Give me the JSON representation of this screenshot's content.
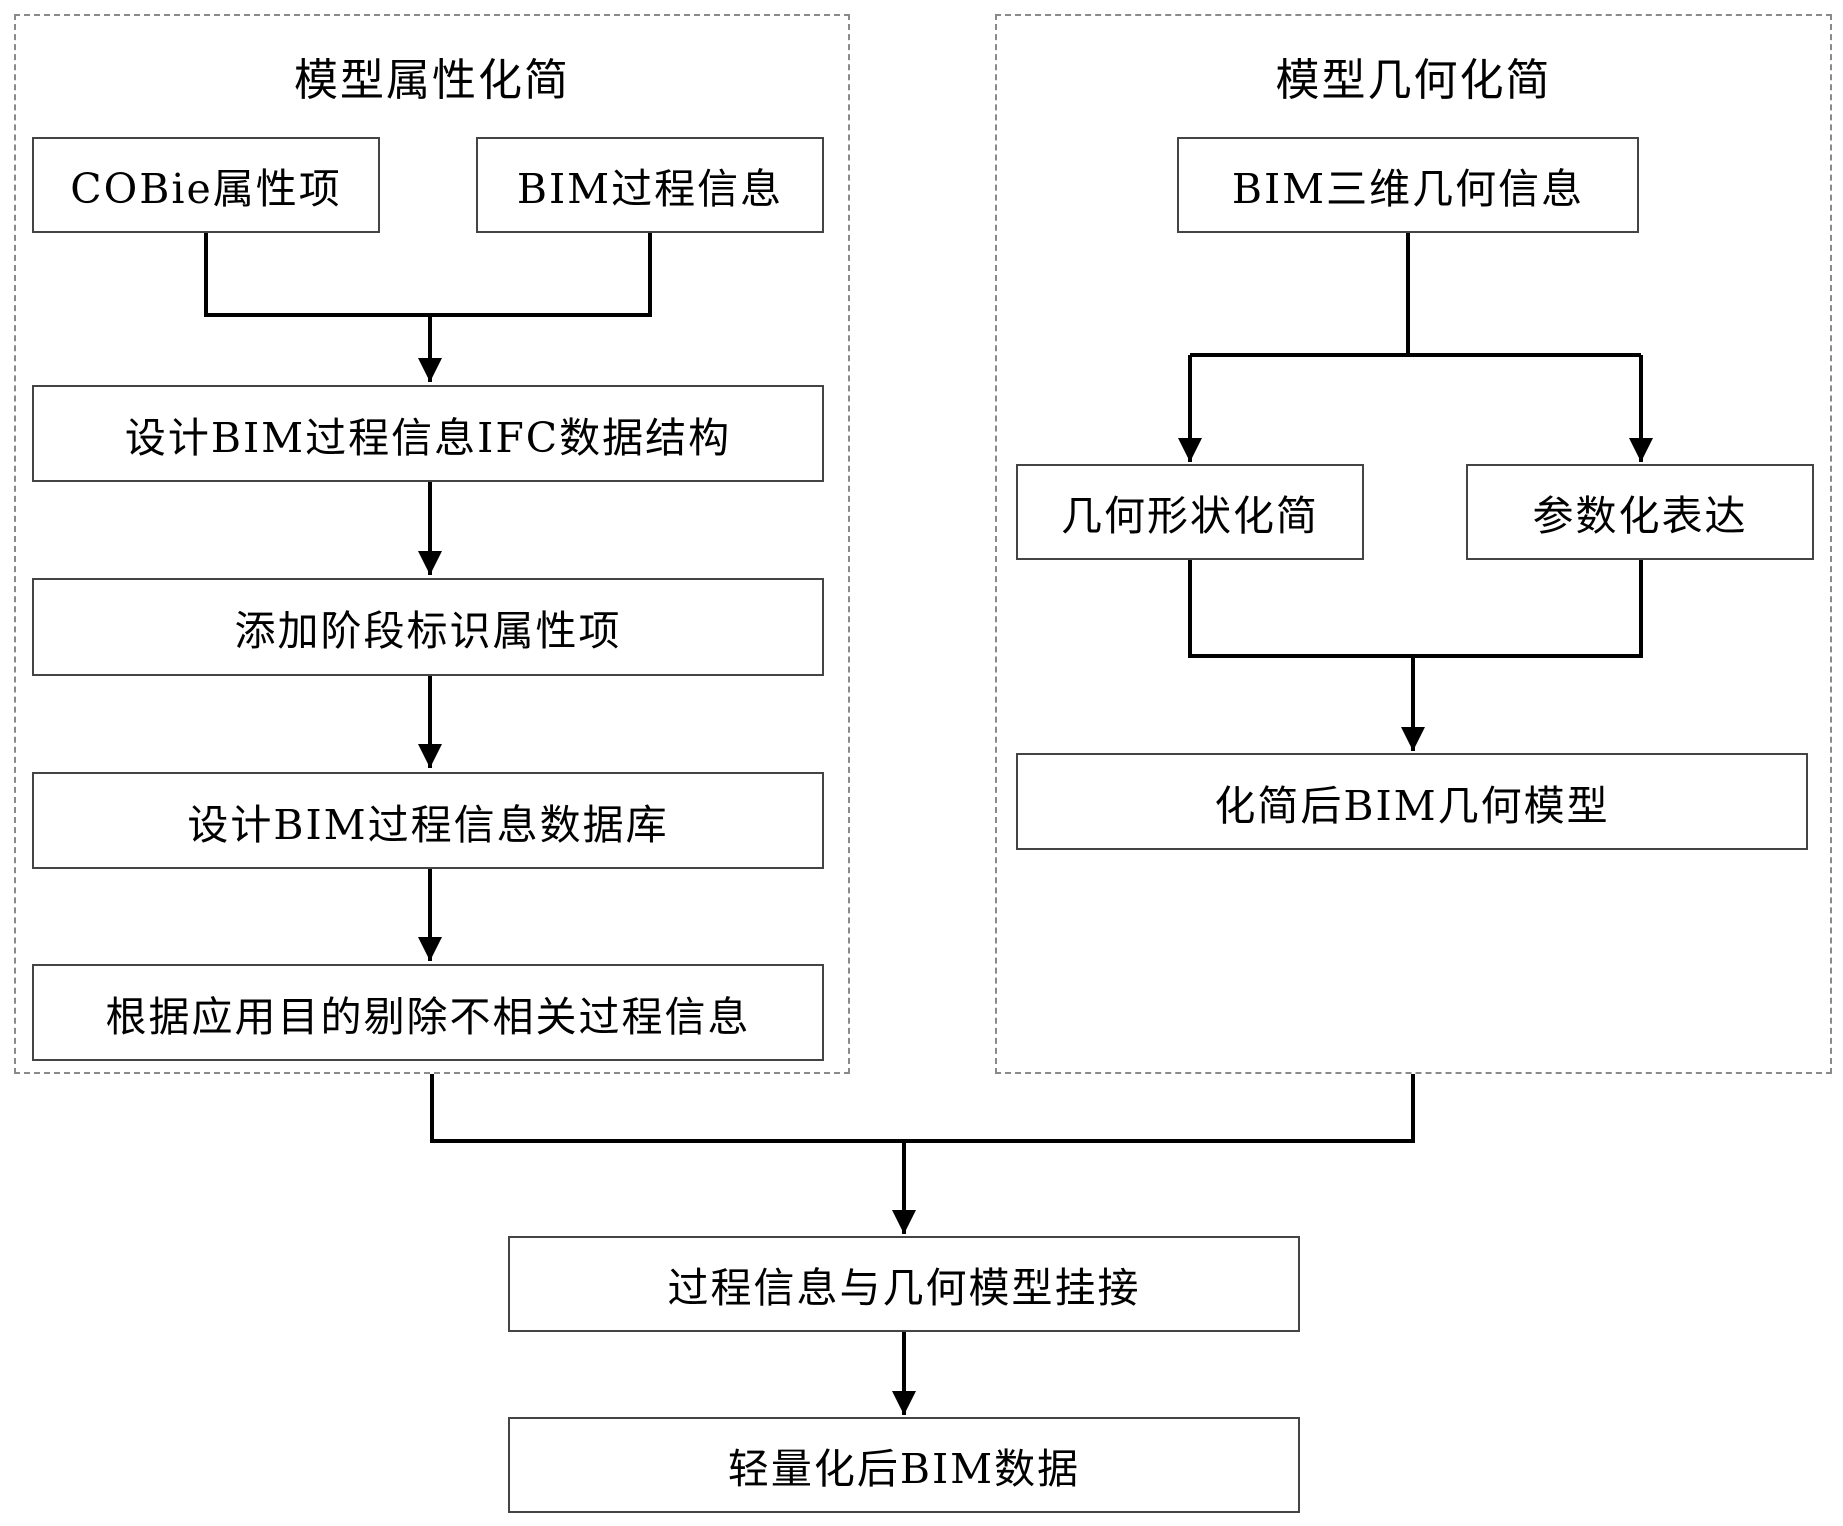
{
  "left_group": {
    "title": "模型属性化简",
    "cobie": "COBie属性项",
    "bim_process": "BIM过程信息",
    "ifc_design": "设计BIM过程信息IFC数据结构",
    "add_stage": "添加阶段标识属性项",
    "db_design": "设计BIM过程信息数据库",
    "remove_irrelevant": "根据应用目的剔除不相关过程信息"
  },
  "right_group": {
    "title": "模型几何化简",
    "bim_3d": "BIM三维几何信息",
    "shape_simplify": "几何形状化简",
    "parametric": "参数化表达",
    "simplified_model": "化简后BIM几何模型"
  },
  "bottom": {
    "link": "过程信息与几何模型挂接",
    "result": "轻量化后BIM数据"
  }
}
